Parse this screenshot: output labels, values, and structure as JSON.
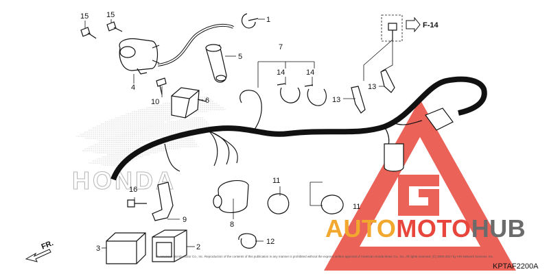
{
  "diagram": {
    "code": "KPTAF2200A",
    "front_label": "FR.",
    "ref_page": "F-14",
    "copyright": "© American Honda Motor Co., Inc. Reproduction of the contents of this publication in any manner is prohibited without the express written approval of American Honda Motor Co., Inc. All rights reserved. (©) 2000-2017 by ARI Network Services, Inc."
  },
  "watermark": {
    "brand": "HONDA",
    "auto": "AUTO",
    "moto": "MOTO",
    "hub": "HUB",
    "colors": {
      "triangle": "#e8463c",
      "auto": "#f2a72e",
      "moto": "#e8463c",
      "hub": "#6b6b6b"
    }
  },
  "callouts": [
    "1",
    "2",
    "3",
    "4",
    "5",
    "6",
    "7",
    "8",
    "9",
    "10",
    "11",
    "11",
    "12",
    "13",
    "13",
    "14",
    "14",
    "15",
    "15",
    "16"
  ]
}
